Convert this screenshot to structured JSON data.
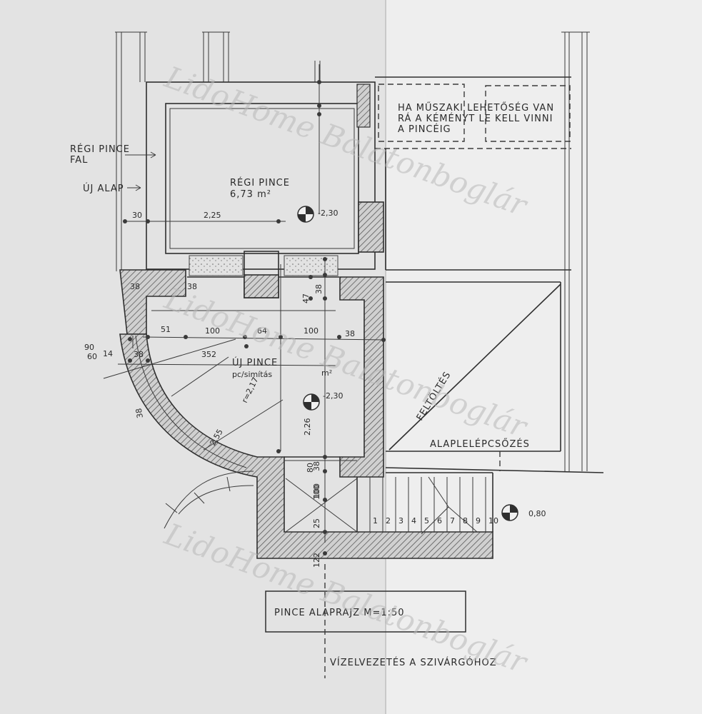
{
  "plan": {
    "old_cellar_wall_label_1": "RÉGI PINCE",
    "old_cellar_wall_label_2": "FAL",
    "new_foundation_label": "ÚJ ALAP",
    "chimney_note_1": "HA MŰSZAKI LEHETŐSÉG VAN",
    "chimney_note_2": "RÁ A KÉMÉNYT LE KELL VINNI",
    "chimney_note_3": "A PINCÉIG",
    "old_room_name": "RÉGI PINCE",
    "old_room_area": "6,73 m²",
    "old_room_level": "-2,30",
    "new_room_name": "ÚJ PINCE",
    "new_room_floor": "pc/simítás",
    "new_room_area_unit": "m²",
    "new_room_level": "-2,30",
    "fill_label": "FELTÖLTÉS",
    "foundation_step_label": "ALAPLELÉPCSŐZÉS",
    "entry_level": "0,80",
    "drain_note": "VÍZELVEZETÉS A SZIVÁRGÓHOZ",
    "title": "PINCE ALAPRAJZ M=1:50",
    "watermark": "LidoHome Balatonboglár"
  },
  "dimensions": {
    "d30": "30",
    "d225": "2,25",
    "d38a": "38",
    "d38b": "38",
    "d51": "51",
    "d100a": "100",
    "d64": "64",
    "d100b": "100",
    "d38c": "38",
    "d90": "90",
    "d60": "60",
    "d14": "14",
    "d38d": "38",
    "d352": "352",
    "d47": "47",
    "d38e": "38",
    "r217": "r=2,17",
    "r255": "2,55",
    "d226": "2,26",
    "d38r": "38",
    "d80": "80",
    "d100c": "100",
    "d25": "25",
    "d122": "122",
    "d38f": "38",
    "d100d": "100"
  },
  "stairs": [
    "1",
    "2",
    "3",
    "4",
    "5",
    "6",
    "7",
    "8",
    "9",
    "10"
  ]
}
